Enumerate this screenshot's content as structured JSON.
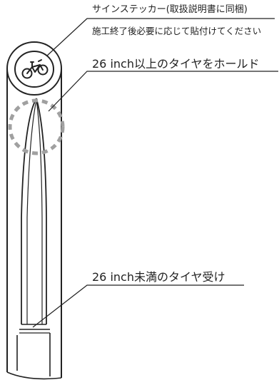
{
  "callouts": {
    "sticker": "サインステッカー(取扱説明書に同梱)",
    "sticker_note": "施工終了後必要に応じて貼付けてください",
    "hold": "26 inch以上のタイヤをホールド",
    "under": "26 inch未満のタイヤ受け"
  },
  "icons": {
    "sticker_symbol": "bicycle-icon"
  },
  "colors": {
    "line": "#222222",
    "dashed_circle": "#a0a0a0"
  }
}
